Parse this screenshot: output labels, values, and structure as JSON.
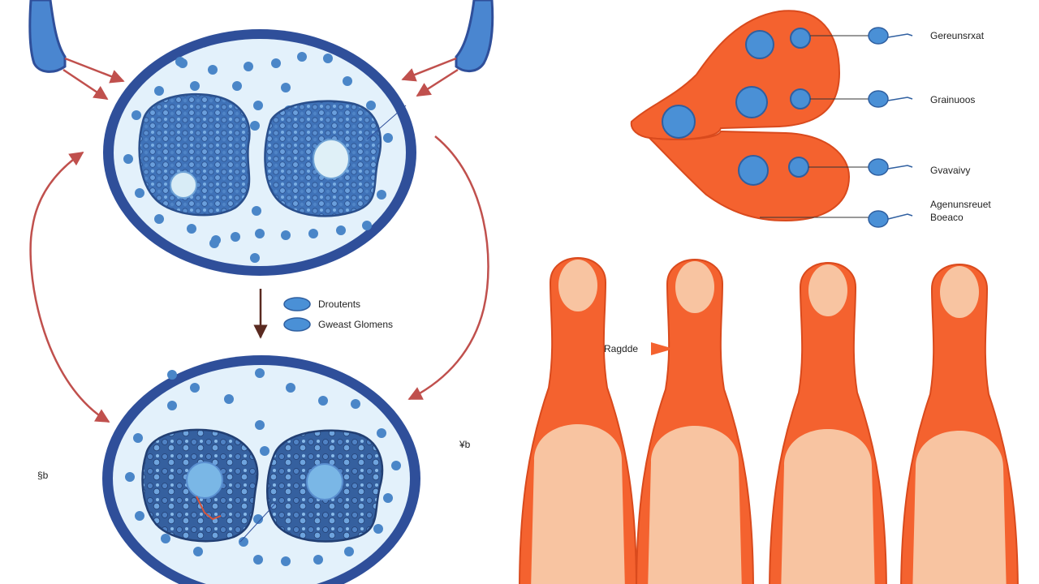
{
  "colors": {
    "membrane": "#2f4f9a",
    "cytoplasm": "#d9ecf9",
    "dot": "#4a86c8",
    "nucleus": "#3d6eb3",
    "nucleus_light": "#8fc2ea",
    "arrow": "#c0504d",
    "arrow_dark": "#6b2e22",
    "orange": "#f4622f",
    "orange_dark": "#d94a1d",
    "peach": "#f8c4a1",
    "blue_node": "#4a90d6",
    "text": "#222222"
  },
  "cell_diagram": {
    "legend": [
      {
        "label": "Droutents",
        "icon": "blue-oval-icon"
      },
      {
        "label": "Gweast Glomens",
        "icon": "blue-oval-icon"
      }
    ],
    "corner_glyph_left": "§b",
    "corner_glyph_right": "¥b"
  },
  "orange_diagram": {
    "callouts": [
      {
        "label": "Gereunsrxat"
      },
      {
        "label": "Grainuoos"
      },
      {
        "label": "Gvavaivy"
      },
      {
        "label_line1": "Agenunsreuet",
        "label_line2": "Boeaco"
      }
    ],
    "pointer_label": "Ragdde"
  }
}
